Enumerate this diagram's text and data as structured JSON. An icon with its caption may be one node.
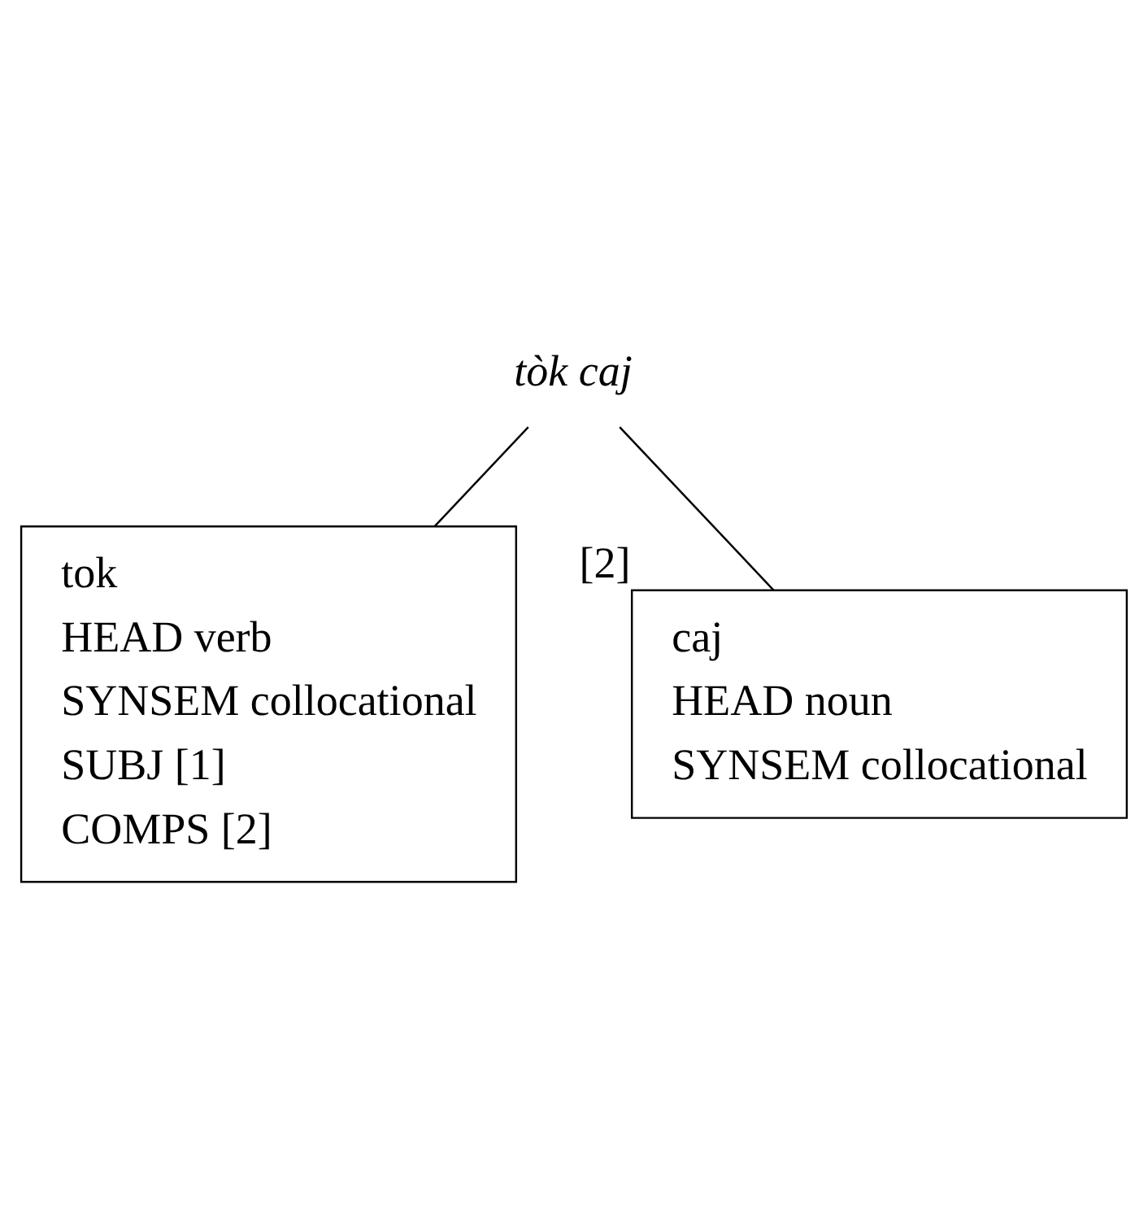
{
  "diagram": {
    "nodes": [
      {
        "text": [
          "tòk caj"
        ]
      },
      {
        "text": [
          "tok",
          "HEAD verb",
          "SYNSEM collocational",
          "SUBJ [1]",
          "COMPS [2]"
        ]
      },
      {
        "text": [
          "caj",
          "HEAD noun",
          "SYNSEM collocational"
        ],
        "beside": [
          "[2]"
        ]
      }
    ],
    "edges": [
      {
        "from": 0,
        "to": 1,
        "arrow": "none"
      },
      {
        "from": 0,
        "to": 2,
        "arrow": "none"
      }
    ]
  }
}
